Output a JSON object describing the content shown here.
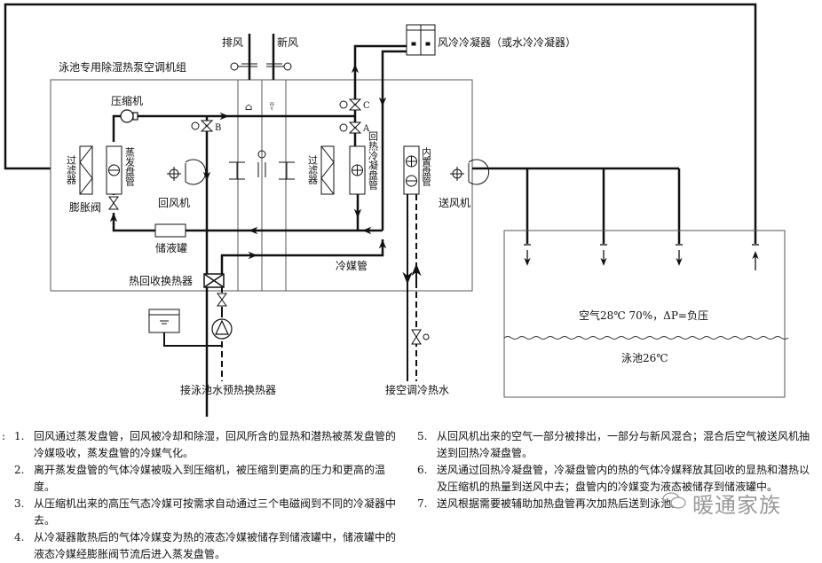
{
  "diagram": {
    "unit_title": "泳池专用除湿热泵空调机组",
    "exhaust_air": "排风",
    "fresh_air": "新风",
    "condenser": "风冷冷凝器（或水冷冷凝器）",
    "compressor": "压缩机",
    "valve_a": "A",
    "valve_b": "B",
    "valve_c": "C",
    "filter_left": "过滤器",
    "evaporator_coil": "蒸发盘管",
    "expansion_valve": "膨胀阀",
    "return_fan": "回风机",
    "receiver": "储液罐",
    "heat_recovery_exchanger": "热回收换热器",
    "filter_right": "过滤器",
    "reheat_condenser_coil": "回热冷凝盘管",
    "internal_coil": "内置盘管",
    "supply_fan": "送风机",
    "refrigerant_pipe": "冷媒管",
    "pool_preheat": "接泳池水预热换热器",
    "ac_water": "接空调冷热水",
    "room_air": "空气28℃ 70%，ΔP=负压",
    "pool": "泳池26℃"
  },
  "notes": {
    "prefix": ":",
    "left": [
      {
        "num": "1.",
        "text": "回风通过蒸发盘管，回风被冷却和除湿，回风所含的显热和潜热被蒸发盘管的冷媒吸收，蒸发盘管的冷媒气化。"
      },
      {
        "num": "2.",
        "text": "离开蒸发盘管的气体冷媒被吸入到压缩机，被压缩到更高的压力和更高的温度。"
      },
      {
        "num": "3.",
        "text": "从压缩机出来的高压气态冷媒可按需求自动通过三个电磁阀到不同的冷凝器中去。"
      },
      {
        "num": "4.",
        "text": "从冷凝器散热后的气体冷媒变为热的液态冷媒被储存到储液罐中，储液罐中的液态冷媒经膨胀阀节流后进入蒸发盘管。"
      }
    ],
    "right": [
      {
        "num": "5.",
        "text": "从回风机出来的空气一部分被排出，一部分与新风混合；混合后空气被送风机抽送到回热冷凝盘管。"
      },
      {
        "num": "6.",
        "text": "送风通过回热冷凝盘管，冷凝盘管内的热的气体冷媒释放其回收的显热和潜热以及压缩机的热量到送风中去；盘管内的冷媒变为液态被储存到储液罐中。"
      },
      {
        "num": "7.",
        "text": "送风根据需要被辅助加热盘管再次加热后送到泳池。"
      }
    ]
  },
  "watermark": "暖通家族"
}
